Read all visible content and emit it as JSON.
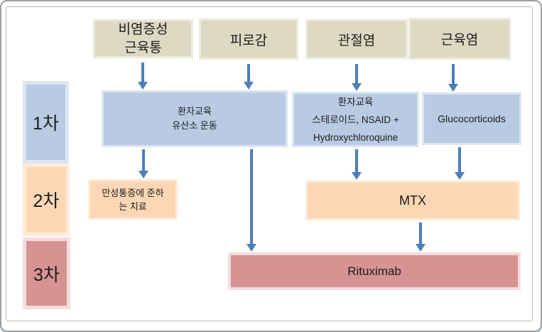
{
  "colors": {
    "symptom_fill": "#DDD9C3",
    "symptom_border": "#ECE9DC",
    "blue_fill": "#B9CBE3",
    "blue_border": "#DCE6F2",
    "peach_fill": "#FBD7B5",
    "peach_border": "#FDEBD9",
    "pink_fill": "#D69392",
    "pink_border": "#F3DDDC",
    "arrow": "#4C7EB9",
    "text": "#1C1C1C",
    "frame_outer": "#9E9E9E",
    "frame_inner": "#B7B7B7"
  },
  "symptoms": {
    "noninflammatory_myalgia": "비염증성\n근육통",
    "fatigue": "피로감",
    "arthritis": "관절염",
    "myositis": "근육염"
  },
  "stages": {
    "first": "1차",
    "second": "2차",
    "third": "3차"
  },
  "treatments": {
    "education_aerobic": "환자교육\n유산소 운동",
    "education_steroid": "환자교육\n스테로이드, NSAID +\nHydroxychloroquine",
    "glucocorticoids": "Glucocorticoids",
    "chronic_pain": "만성통증에 준하\n는 치료",
    "mtx": "MTX",
    "rituximab": "Rituximab"
  }
}
